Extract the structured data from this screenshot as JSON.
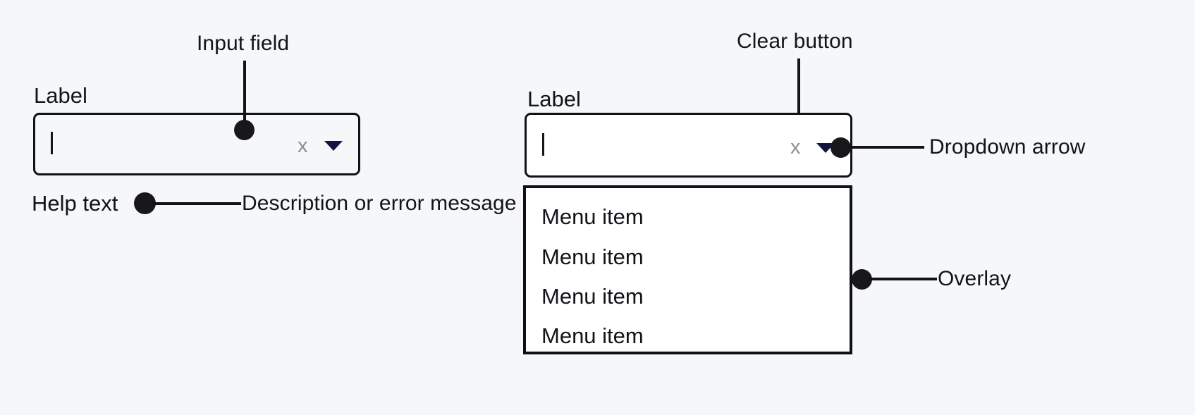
{
  "page": {
    "background_color": "#f5f7f9",
    "ink_color": "#121217",
    "accent_arrow_color": "#14143f",
    "muted_icon_color": "#8b8f96"
  },
  "left_group": {
    "callout_input_field": "Input field",
    "field_label": "Label",
    "input_value": "",
    "caret_glyph": "|",
    "clear_icon_glyph": "x",
    "clear_icon_name": "clear-x-icon",
    "dropdown_icon_name": "dropdown-arrow-icon",
    "help_text": "Help text",
    "help_callout": "Description or error message"
  },
  "right_group": {
    "callout_clear_button": "Clear button",
    "field_label": "Label",
    "input_value": "",
    "caret_glyph": "|",
    "clear_icon_glyph": "x",
    "clear_icon_name": "clear-x-icon",
    "dropdown_icon_name": "dropdown-arrow-icon",
    "callout_dropdown_arrow": "Dropdown arrow",
    "callout_overlay": "Overlay",
    "menu_items": [
      {
        "label": "Menu item"
      },
      {
        "label": "Menu item"
      },
      {
        "label": "Menu item"
      },
      {
        "label": "Menu item"
      }
    ]
  }
}
